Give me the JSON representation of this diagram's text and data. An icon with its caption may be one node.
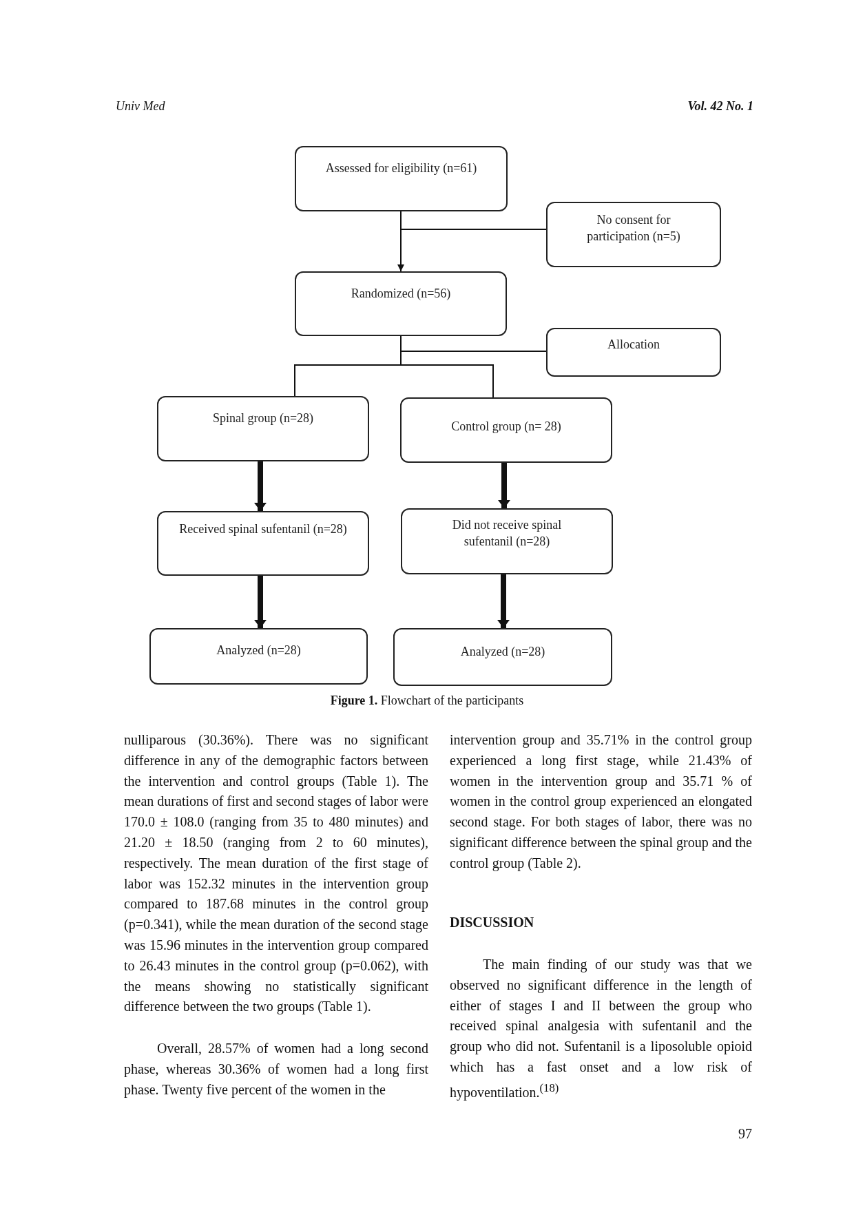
{
  "diagram": {
    "caption": "**Figure 1.** Flowchart of the participants",
    "nodes": [
      {
        "text": [
          "Assessed for eligibility (n=61)"
        ]
      },
      {
        "text": [
          "No consent for participation (n=5)"
        ]
      },
      {
        "text": [
          "Randomized (n=56)"
        ]
      },
      {
        "text": [
          "Allocation"
        ]
      },
      {
        "text": [
          "Spinal group (n=28)"
        ]
      },
      {
        "text": [
          "Control group (n= 28)"
        ]
      },
      {
        "text": [
          "Received spinal sufentanil (n=28)"
        ]
      },
      {
        "text": [
          "Did not receive spinal sufentanil (n=28)"
        ]
      },
      {
        "text": [
          "Analyzed (n=28)"
        ]
      },
      {
        "text": [
          "Analyzed (n=28)"
        ]
      }
    ],
    "edges": [
      {
        "from": 0,
        "to": 2,
        "arrow": "to"
      },
      {
        "from": 0,
        "to": 1,
        "arrow": "none"
      },
      {
        "from": 2,
        "to": 3,
        "arrow": "none"
      },
      {
        "from": 2,
        "to": 4,
        "arrow": "none"
      },
      {
        "from": 2,
        "to": 5,
        "arrow": "none"
      },
      {
        "from": 4,
        "to": 6,
        "arrow": "to",
        "style": "thick"
      },
      {
        "from": 5,
        "to": 7,
        "arrow": "to",
        "style": "thick"
      },
      {
        "from": 6,
        "to": 8,
        "arrow": "to",
        "style": "thick"
      },
      {
        "from": 7,
        "to": 9,
        "arrow": "to",
        "style": "thick"
      }
    ],
    "labels": [
      "Univ Med",
      "Vol. 42 No. 1",
      "nulliparous (30.36%). There was no significant difference in any of the demographic factors between the intervention and control groups (Table 1). The mean durations of first and second stages of labor were 170.0 ± 108.0 (ranging from 35 to 480 minutes) and 21.20 ± 18.50 (ranging from 2 to 60 minutes), respectively. The mean duration of the first stage of labor was 152.32 minutes in the intervention group compared to 187.68 minutes in the control group (p=0.341), while the mean duration of the second stage was 15.96 minutes in the intervention group compared to 26.43 minutes in the control group (p=0.062), with the means showing no statistically significant difference between the two groups (Table 1).",
      "Overall, 28.57% of women had a long second phase, whereas 30.36% of women had a long first phase. Twenty five percent of the women in the",
      "intervention group and 35.71% in the control group experienced a long first stage, while 21.43% of women in the intervention group and 35.71 % of women in the control group experienced an elongated second stage. For both stages of labor, there was no significant difference between the spinal group and the control group (Table 2).",
      "DISCUSSION",
      "The main finding of our study was that we observed no significant difference in the length of either of stages I and II between the group who received spinal analgesia with sufentanil and the group who did not. Sufentanil is a liposoluble opioid which has a fast onset and a low risk of hypoventilation.$^{(18)}$",
      "97"
    ]
  }
}
